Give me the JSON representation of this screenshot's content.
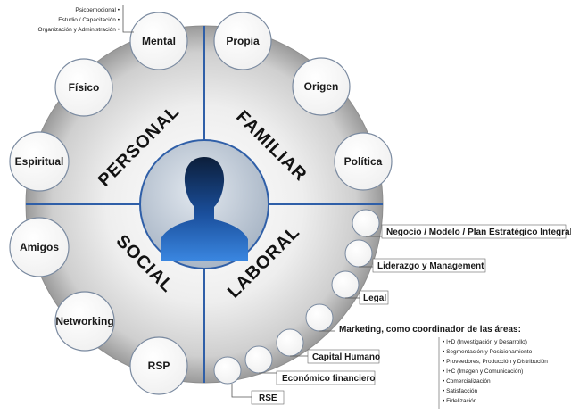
{
  "center": {
    "quadrants": {
      "personal": "PERSONAL",
      "familiar": "FAMILIAR",
      "social": "SOCIAL",
      "laboral": "LABORAL"
    },
    "icon": "person-silhouette-icon"
  },
  "circles": {
    "mental": "Mental",
    "fisico": "Físico",
    "espiritual": "Espiritual",
    "amigos": "Amigos",
    "networking": "Networking",
    "rsp": "RSP",
    "propia": "Propia",
    "origen": "Origen",
    "politica": "Política"
  },
  "mental_subitems": [
    "Psicoemocional •",
    "Estudio / Capacitación •",
    "Organización y Administración •"
  ],
  "laboral_items": {
    "negocio": "Negocio / Modelo / Plan Estratégico Integral",
    "liderazgo": "Liderazgo y Management",
    "legal": "Legal",
    "marketing": "Marketing, como coordinador de las áreas:",
    "capital": "Capital Humano",
    "economico": "Económico financiero",
    "rse": "RSE"
  },
  "marketing_subitems": [
    "• I+D (Investigación y Desarrollo)",
    "• Segmentación y Posicionamiento",
    "• Proveedores, Producción y Distribución",
    "• I+C (Imagen y Comunicación)",
    "• Comercialización",
    "• Satisfacción",
    "• Fidelización"
  ],
  "colors": {
    "line_blue": "#2f5fa8",
    "circle_border": "#7a8aa0",
    "ring_light": "#f4f4f4",
    "ring_dark": "#9a9a9a",
    "center_gray": "#c8d2de",
    "person_blue": "#1f67c8"
  }
}
